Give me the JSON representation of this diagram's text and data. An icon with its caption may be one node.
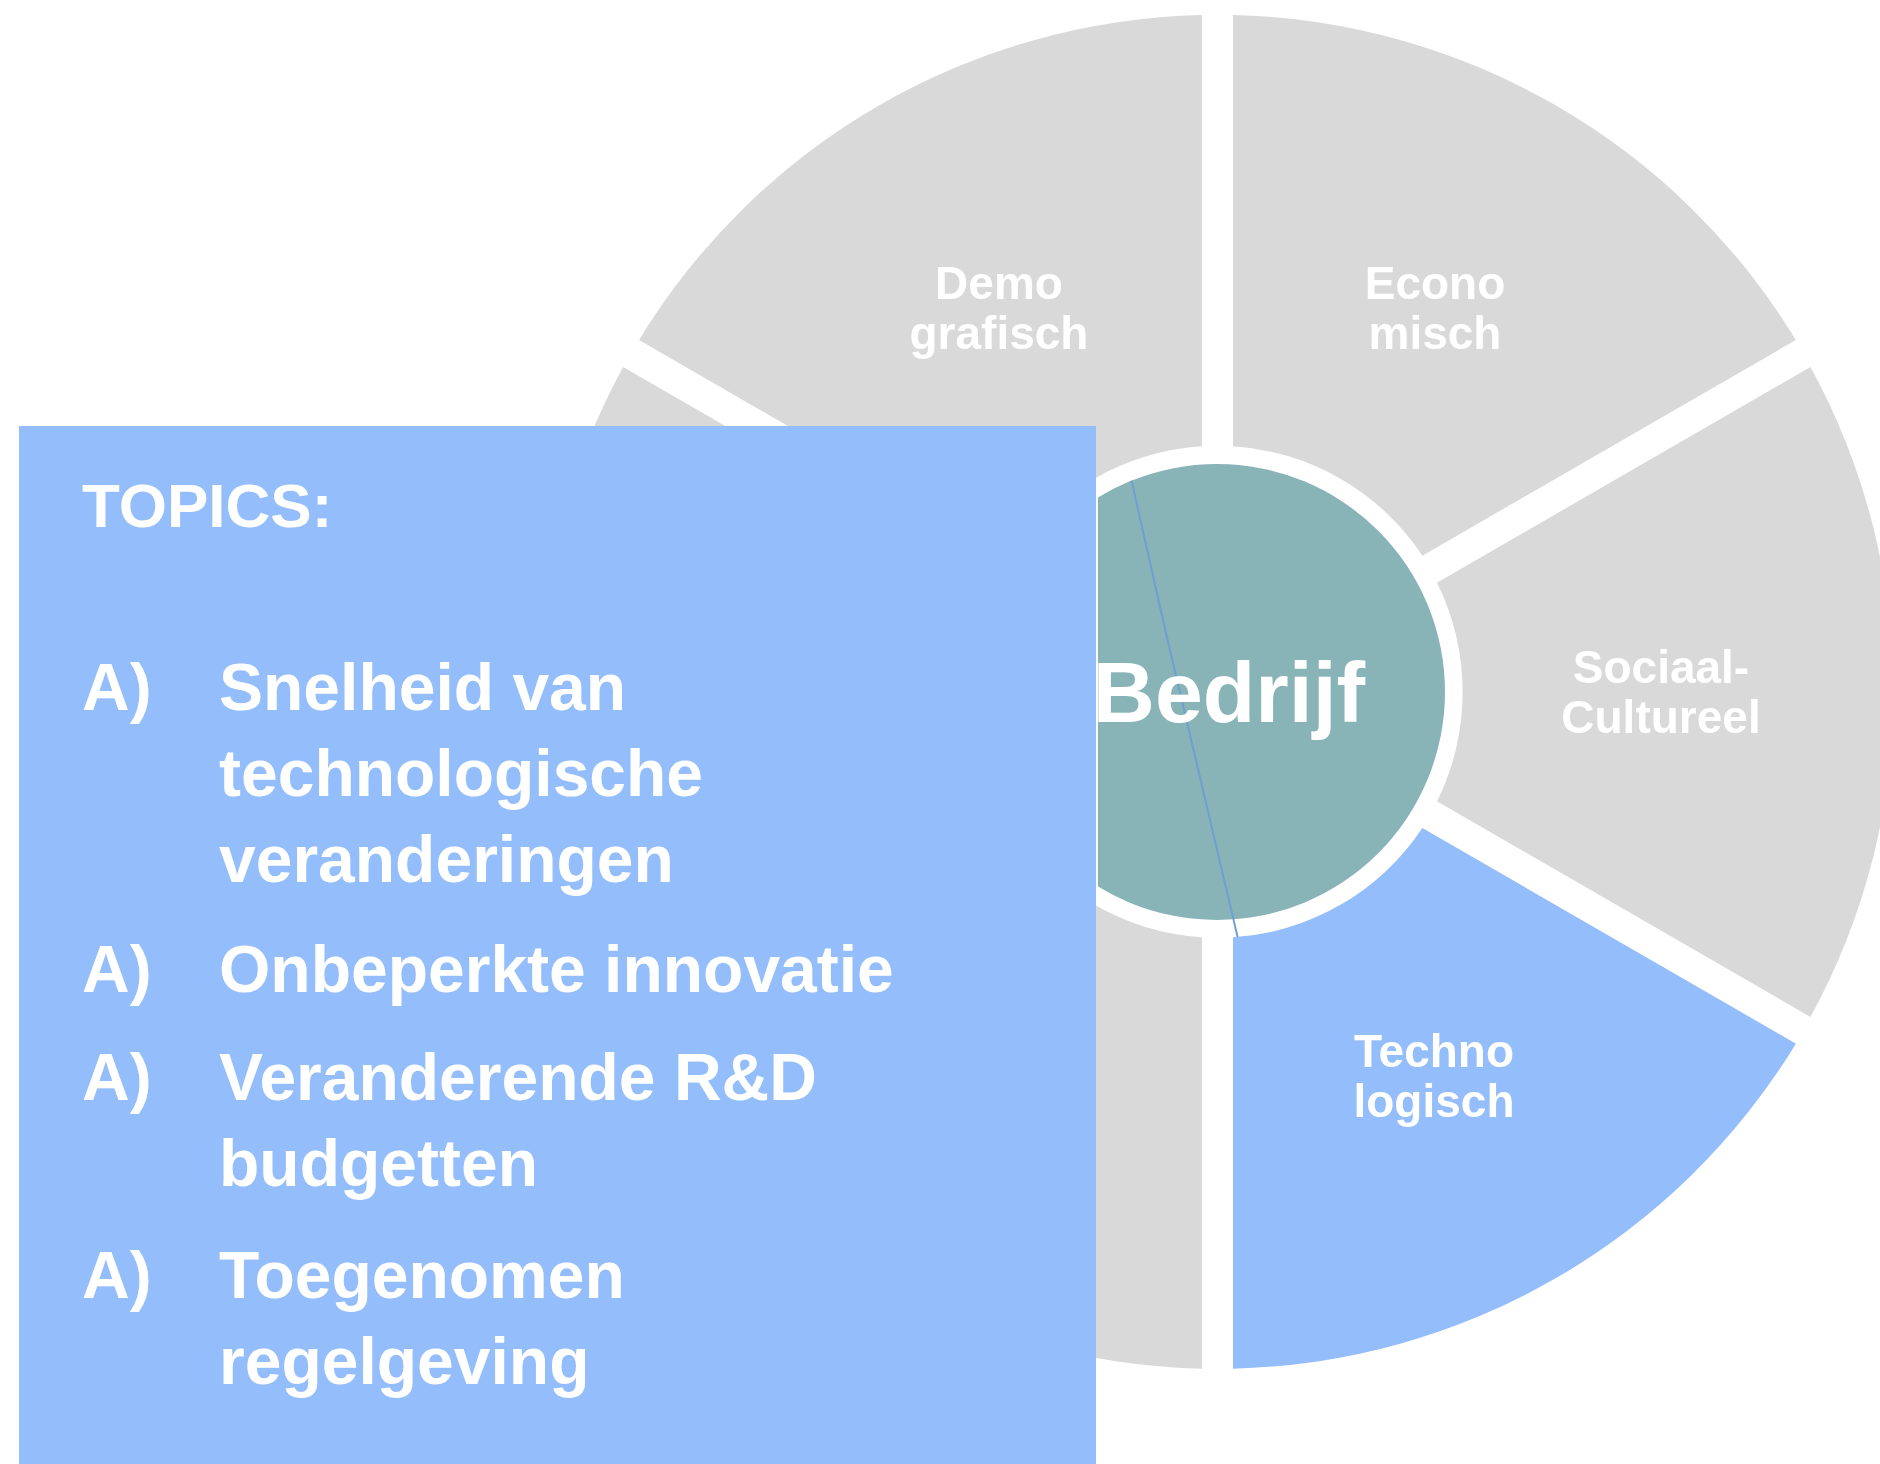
{
  "diagram": {
    "nodes": [
      {
        "text": [
          "Demo grafisch"
        ]
      },
      {
        "text": [
          "Econo misch"
        ]
      },
      {
        "text": [
          "Sociaal-Cultureel"
        ]
      },
      {
        "text": [
          "Bedrijf"
        ]
      },
      {
        "text": [
          "Techno logisch"
        ]
      },
      {
        "text": [],
        "shape": "wedge"
      },
      {
        "text": [],
        "shape": "wedge"
      },
      {
        "text": [
          "TOPICS:",
          "A)",
          "Snelheid van technologische veranderingen",
          "A)",
          "Onbeperkte innovatie",
          "A)",
          "Veranderende R&D budgetten",
          "A)",
          "Toegenomen regelgeving"
        ]
      }
    ],
    "edges": [
      {
        "from": 3,
        "to": 4,
        "arrow": "none"
      }
    ]
  }
}
